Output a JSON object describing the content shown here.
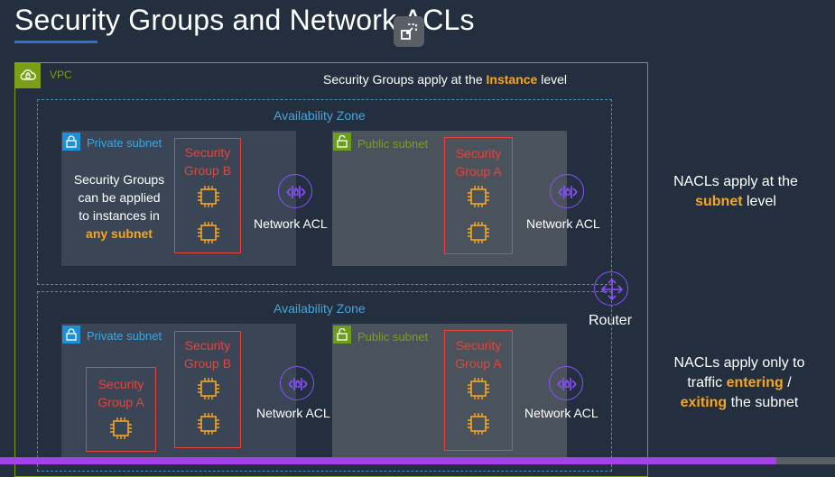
{
  "slide": {
    "title": "Security Groups and Network ACLs"
  },
  "vpc": {
    "label": "VPC"
  },
  "notes": {
    "sg_prefix": "Security Groups apply at the ",
    "sg_highlight": "Instance",
    "sg_suffix": " level",
    "nacl_subnet_line1": "NACLs apply at the",
    "nacl_subnet_highlight": "subnet",
    "nacl_subnet_suffix": " level",
    "nacl_traffic_line1": "NACLs apply only to",
    "nacl_traffic_prefix": "traffic ",
    "nacl_traffic_entering": "entering",
    "nacl_traffic_slash": " /",
    "nacl_traffic_exiting": "exiting",
    "nacl_traffic_suffix": " the subnet"
  },
  "availability_zones": [
    {
      "label": "Availability Zone",
      "private_subnet": {
        "label": "Private subnet"
      },
      "public_subnet": {
        "label": "Public subnet"
      },
      "sg_text": {
        "line1": "Security Groups",
        "line2": "can be applied",
        "line3": "to instances in",
        "highlight": "any subnet"
      },
      "private_sg": {
        "line1": "Security",
        "line2": "Group B"
      },
      "public_sg": {
        "line1": "Security",
        "line2": "Group A"
      },
      "nacl_private": "Network ACL",
      "nacl_public": "Network ACL"
    },
    {
      "label": "Availability Zone",
      "private_subnet": {
        "label": "Private subnet"
      },
      "public_subnet": {
        "label": "Public subnet"
      },
      "private_sg_a": {
        "line1": "Security",
        "line2": "Group A"
      },
      "private_sg_b": {
        "line1": "Security",
        "line2": "Group B"
      },
      "public_sg": {
        "line1": "Security",
        "line2": "Group A"
      },
      "nacl_private": "Network ACL",
      "nacl_public": "Network ACL"
    }
  ],
  "router": {
    "label": "Router"
  },
  "player": {
    "progress": 0.93
  },
  "colors": {
    "background": "#232f3e",
    "vpc_green": "#7aa116",
    "az_blue": "#4aa3d8",
    "security_group_red": "#e7433b",
    "highlight_orange": "#f4a622",
    "nacl_purple": "#8c4fff",
    "progress_purple": "#a541e8"
  }
}
